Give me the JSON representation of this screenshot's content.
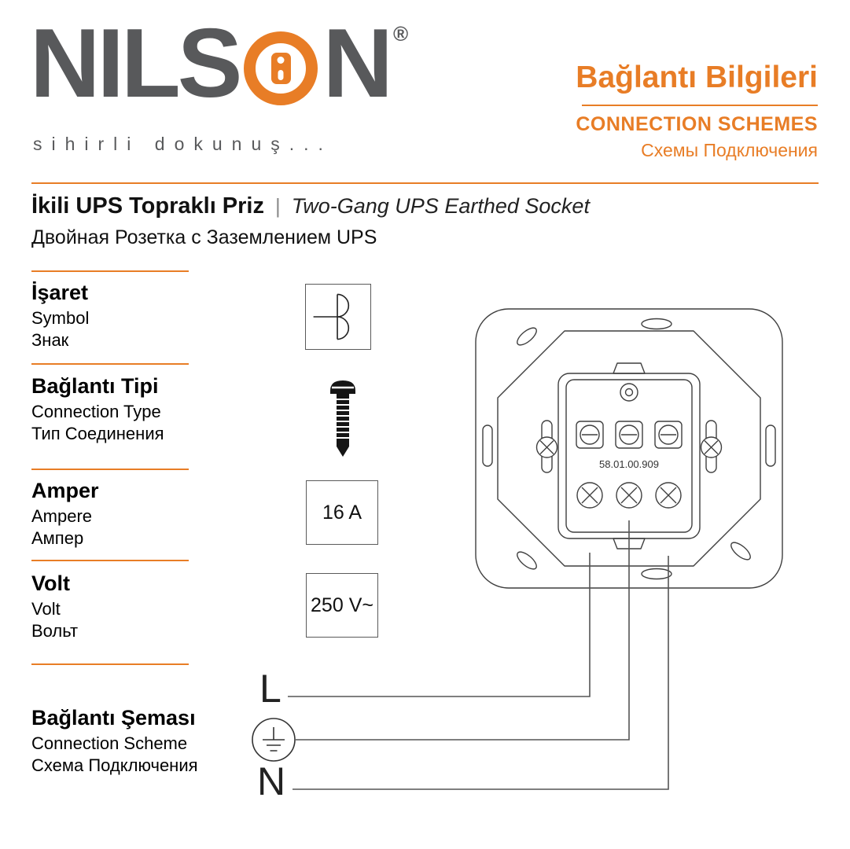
{
  "colors": {
    "accent": "#e87d26",
    "logo_gray": "#58595b"
  },
  "logo": {
    "word_part1": "NILS",
    "word_part2": "N",
    "o_icon_name": "socket-ring-icon",
    "registered": "®",
    "tagline": "sihirli dokunuş..."
  },
  "header": {
    "title_tr": "Bağlantı Bilgileri",
    "title_en": "CONNECTION SCHEMES",
    "title_ru": "Схемы Подключения"
  },
  "product": {
    "title_tr": "İkili UPS Topraklı Priz",
    "separator": "|",
    "title_en": "Two-Gang UPS Earthed Socket",
    "title_ru": "Двойная Розетка с Заземлением UPS"
  },
  "specs": {
    "symbol": {
      "label_tr": "İşaret",
      "label_en": "Symbol",
      "label_ru": "Знак",
      "icon": "double-socket-symbol-icon"
    },
    "connection_type": {
      "label_tr": "Bağlantı Tipi",
      "label_en": "Connection Type",
      "label_ru": "Тип Соединения",
      "icon": "screw-icon"
    },
    "ampere": {
      "label_tr": "Amper",
      "label_en": "Ampere",
      "label_ru": "Ампер",
      "value": "16 A"
    },
    "volt": {
      "label_tr": "Volt",
      "label_en": "Volt",
      "label_ru": "Вольт",
      "value": "250 V~"
    },
    "scheme": {
      "label_tr": "Bağlantı Şeması",
      "label_en": "Connection Scheme",
      "label_ru": "Схема Подключения"
    }
  },
  "diagram": {
    "part_number": "58.01.00.909",
    "line_label": "L",
    "neutral_label": "N",
    "earth_icon": "earth-ground-icon"
  }
}
